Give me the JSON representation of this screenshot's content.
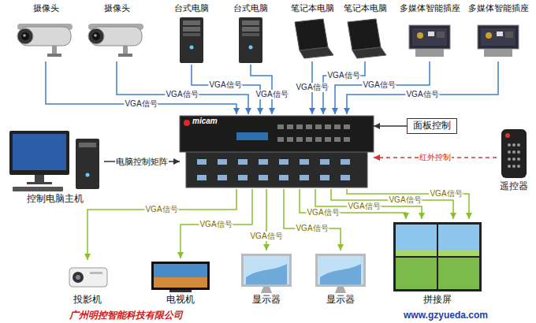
{
  "diagram": {
    "nodes": [
      {
        "text": [
          "摄像头"
        ]
      },
      {
        "text": [
          "摄像头"
        ]
      },
      {
        "text": [
          "台式电脑"
        ]
      },
      {
        "text": [
          "台式电脑"
        ]
      },
      {
        "text": [
          "笔记本电脑"
        ]
      },
      {
        "text": [
          "笔记本电脑"
        ]
      },
      {
        "text": [
          "多媒体智能插座"
        ]
      },
      {
        "text": [
          "多媒体智能插座"
        ]
      },
      {
        "text": [
          "micam"
        ]
      },
      {
        "text": [
          "面板控制"
        ]
      },
      {
        "text": [
          "控制电脑主机"
        ]
      },
      {
        "text": [
          "遥控器"
        ]
      },
      {
        "text": [
          "投影机"
        ]
      },
      {
        "text": [
          "电视机"
        ]
      },
      {
        "text": [
          "显示器"
        ]
      },
      {
        "text": [
          "显示器"
        ]
      },
      {
        "text": [
          "拼接屏"
        ]
      }
    ],
    "edges": [
      {
        "from": 0,
        "to": 8,
        "label": "VGA信号",
        "arrow": "to"
      },
      {
        "from": 1,
        "to": 8,
        "label": "VGA信号",
        "arrow": "to"
      },
      {
        "from": 2,
        "to": 8,
        "label": "VGA信号",
        "arrow": "to"
      },
      {
        "from": 3,
        "to": 8,
        "label": "VGA信号",
        "arrow": "to"
      },
      {
        "from": 4,
        "to": 8,
        "label": "VGA信号",
        "arrow": "to"
      },
      {
        "from": 5,
        "to": 8,
        "label": "VGA信号",
        "arrow": "to"
      },
      {
        "from": 6,
        "to": 8,
        "label": "VGA信号",
        "arrow": "to"
      },
      {
        "from": 7,
        "to": 8,
        "label": "VGA信号",
        "arrow": "to"
      },
      {
        "from": 10,
        "to": 8,
        "label": "电脑控制矩阵",
        "arrow": "to"
      },
      {
        "from": 9,
        "to": 8,
        "arrow": "to"
      },
      {
        "from": 11,
        "to": 8,
        "label": "红外控制",
        "arrow": "to"
      },
      {
        "from": 8,
        "to": 12,
        "label": "VGA信号",
        "arrow": "to"
      },
      {
        "from": 8,
        "to": 13,
        "label": "VGA信号",
        "arrow": "to"
      },
      {
        "from": 8,
        "to": 14,
        "label": "VGA信号",
        "arrow": "to"
      },
      {
        "from": 8,
        "to": 15,
        "label": "VGA信号",
        "arrow": "to"
      },
      {
        "from": 8,
        "to": 16,
        "label": "VGA信号",
        "arrow": "to"
      },
      {
        "from": 8,
        "to": 16,
        "label": "VGA信号",
        "arrow": "to"
      },
      {
        "from": 8,
        "to": 16,
        "label": "VGA信号",
        "arrow": "to"
      },
      {
        "from": 8,
        "to": 16,
        "label": "VGA信号",
        "arrow": "to"
      }
    ],
    "labels": [
      "广州明控智能科技有限公司",
      "www.gzyueda.com"
    ]
  }
}
